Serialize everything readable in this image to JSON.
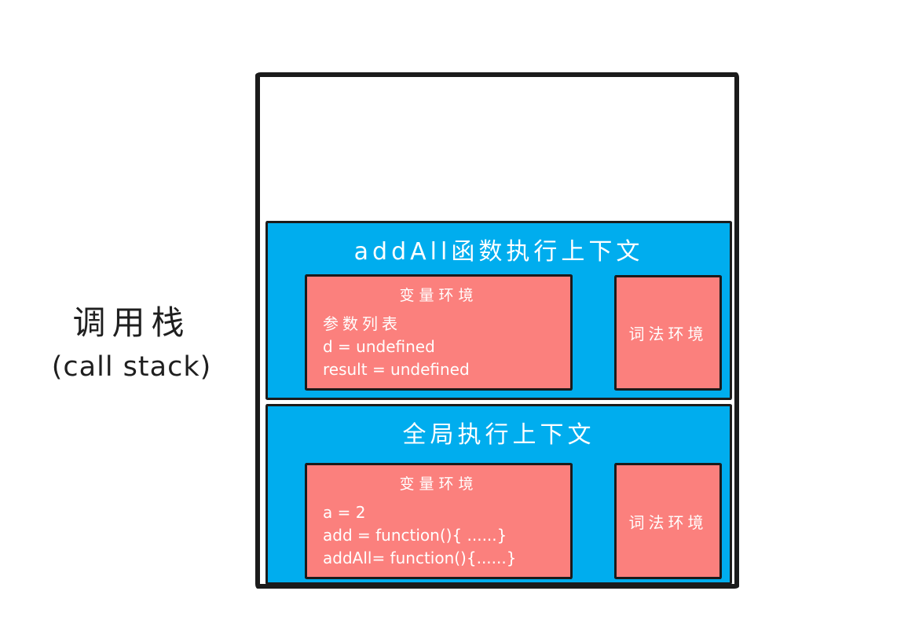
{
  "colors": {
    "canvas_bg": "#ffffff",
    "context_blue": "#00adee",
    "env_pink": "#fb807d",
    "outline_black": "#1b1b1b",
    "label_black": "#1f1f1f",
    "text_white": "#ffffff"
  },
  "call_stack_label": {
    "zh": "调用栈",
    "en": "(call stack)"
  },
  "contexts": [
    {
      "title": "addAll函数执行上下文",
      "variable_env": {
        "title": "变量环境",
        "lines": [
          "参数列表",
          "d = undefined",
          "result = undefined"
        ]
      },
      "lexical_env": {
        "title": "词法环境"
      }
    },
    {
      "title": "全局执行上下文",
      "variable_env": {
        "title": "变量环境",
        "lines": [
          "a = 2",
          "add = function(){ ......}",
          "addAll= function(){......}"
        ]
      },
      "lexical_env": {
        "title": "词法环境"
      }
    }
  ]
}
